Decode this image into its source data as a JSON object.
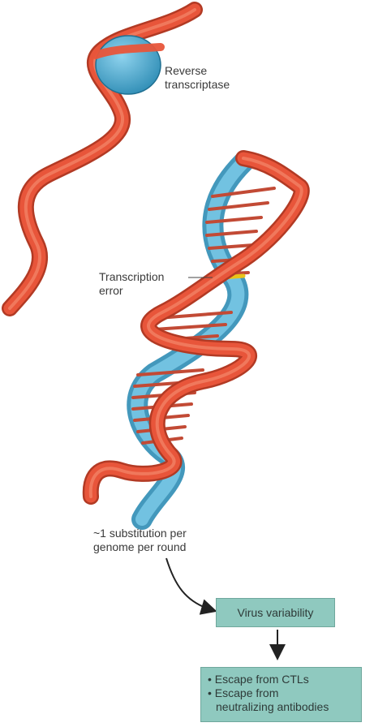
{
  "labels": {
    "enzyme": [
      "Reverse",
      "transcriptase"
    ],
    "error": [
      "Transcription",
      "error"
    ],
    "rate": [
      "~1 substitution per",
      "genome per round"
    ]
  },
  "boxes": {
    "variability": "Virus variability",
    "escape": [
      "• Escape from CTLs",
      "• Escape from",
      "neutralizing antibodies"
    ]
  },
  "colors": {
    "rna_strand": "#e8553a",
    "dna_strand": "#4aa6c9",
    "enzyme": "#3a9fc6",
    "error_mark": "#e9c21a",
    "box_fill": "#8fc9bf"
  }
}
